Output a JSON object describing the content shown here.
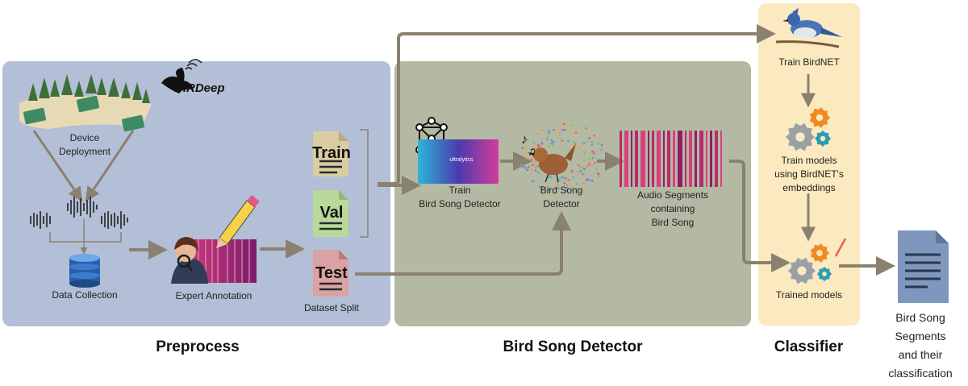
{
  "brand": "BIRDeep",
  "sections": {
    "preprocess": "Preprocess",
    "detector": "Bird Song Detector",
    "classifier": "Classifier"
  },
  "labels": {
    "device_deployment": "Device\nDeployment",
    "data_collection": "Data Collection",
    "expert_annotation": "Expert Annotation",
    "dataset_split": "Dataset Split",
    "train_detector": "Train\nBird Song Detector",
    "bird_song_detector": "Bird Song\nDetector",
    "audio_segments": "Audio Segments\ncontaining\nBird Song",
    "train_birdnet": "Train BirdNET",
    "train_models": "Train models\nusing BirdNET's\nembeddings",
    "trained_models": "Trained models",
    "output": "Bird Song\nSegments\nand their\nclassification",
    "ultralytics": "ultralytics"
  },
  "split_docs": {
    "train": "Train",
    "val": "Val",
    "test": "Test"
  },
  "colors": {
    "preprocess_bg": "#b3bfd6",
    "detector_bg": "#b4b9a3",
    "classifier_bg": "#fbe9bf",
    "arrow": "#8a8170",
    "train_doc": "#d9cda1",
    "val_doc": "#b8d99a",
    "test_doc": "#d9a3a3",
    "output_doc": "#7f97bd"
  }
}
